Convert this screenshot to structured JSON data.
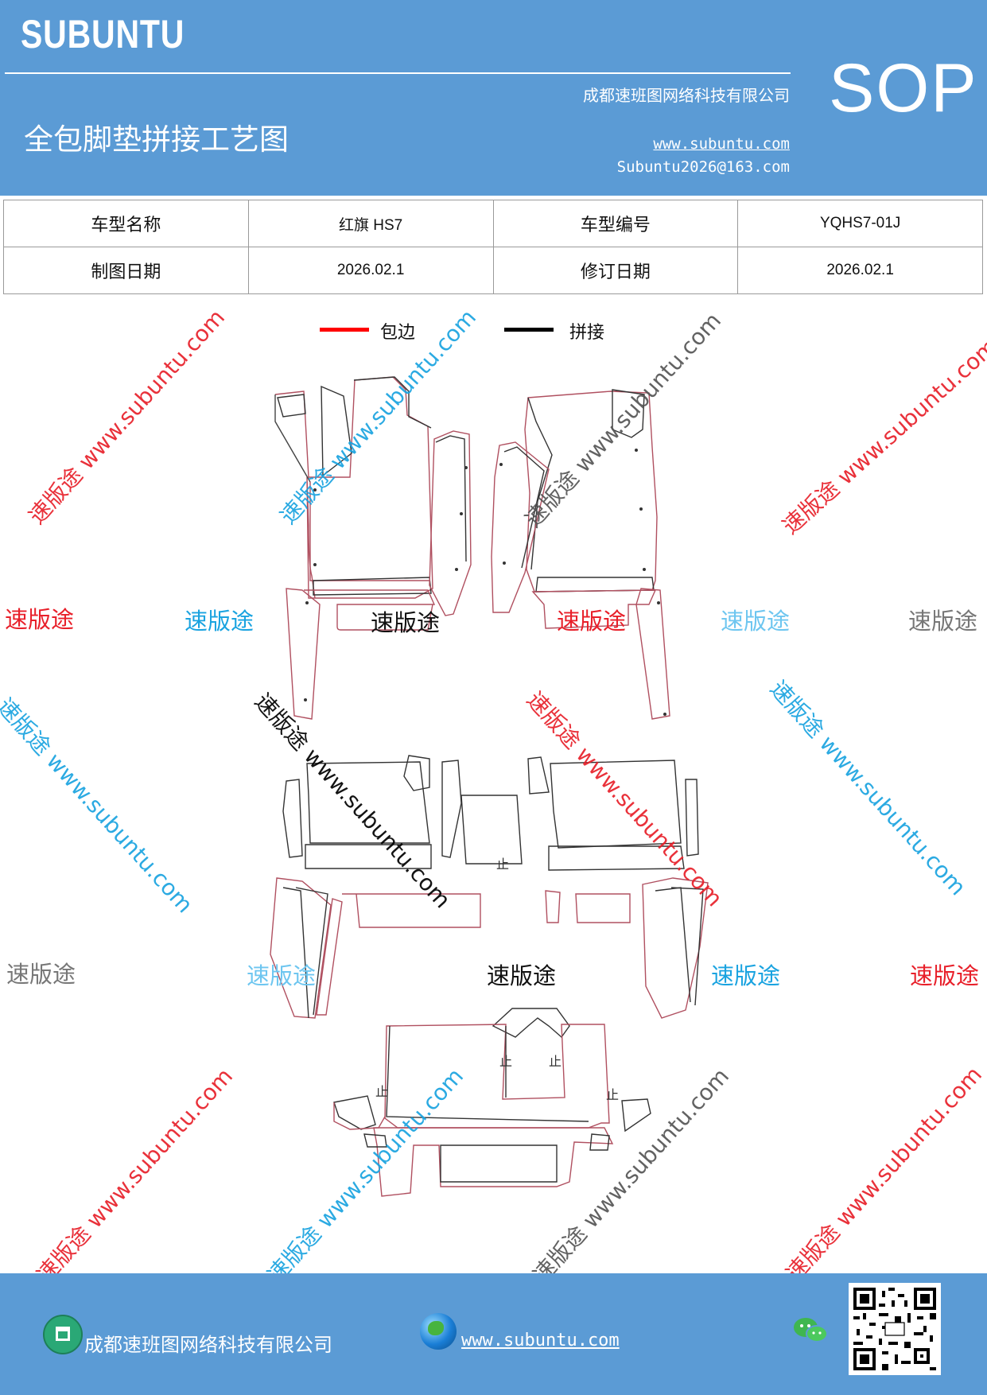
{
  "header": {
    "brand": "SUBUNTU",
    "title": "全包脚垫拼接工艺图",
    "company": "成都速班图网络科技有限公司",
    "website": "www.subuntu.com",
    "email": "Subuntu2026@163.com",
    "badge": "SOP",
    "bg_color": "#5b9bd5"
  },
  "info_table": {
    "rows": [
      [
        "车型名称",
        "红旗 HS7",
        "车型编号",
        "YQHS7-01J"
      ],
      [
        "制图日期",
        "2026.02.1",
        "修订日期",
        "2026.02.1"
      ]
    ]
  },
  "legend": [
    {
      "label": "包边",
      "color": "#ff0000"
    },
    {
      "label": "拼接",
      "color": "#000000"
    }
  ],
  "watermarks": {
    "diagonal_text": "速版途 www.subuntu.com",
    "plain_text": "速版途",
    "colors": [
      "#e8202a",
      "#1aa3e0",
      "#555555",
      "#000000",
      "#6ec6f0",
      "#777777"
    ]
  },
  "footer": {
    "company": "成都速班图网络科技有限公司",
    "website": "www.subuntu.com",
    "building_icon": "building-icon",
    "globe_icon": "globe-icon",
    "wechat_icon": "wechat-icon",
    "qr_icon": "qr-code"
  }
}
